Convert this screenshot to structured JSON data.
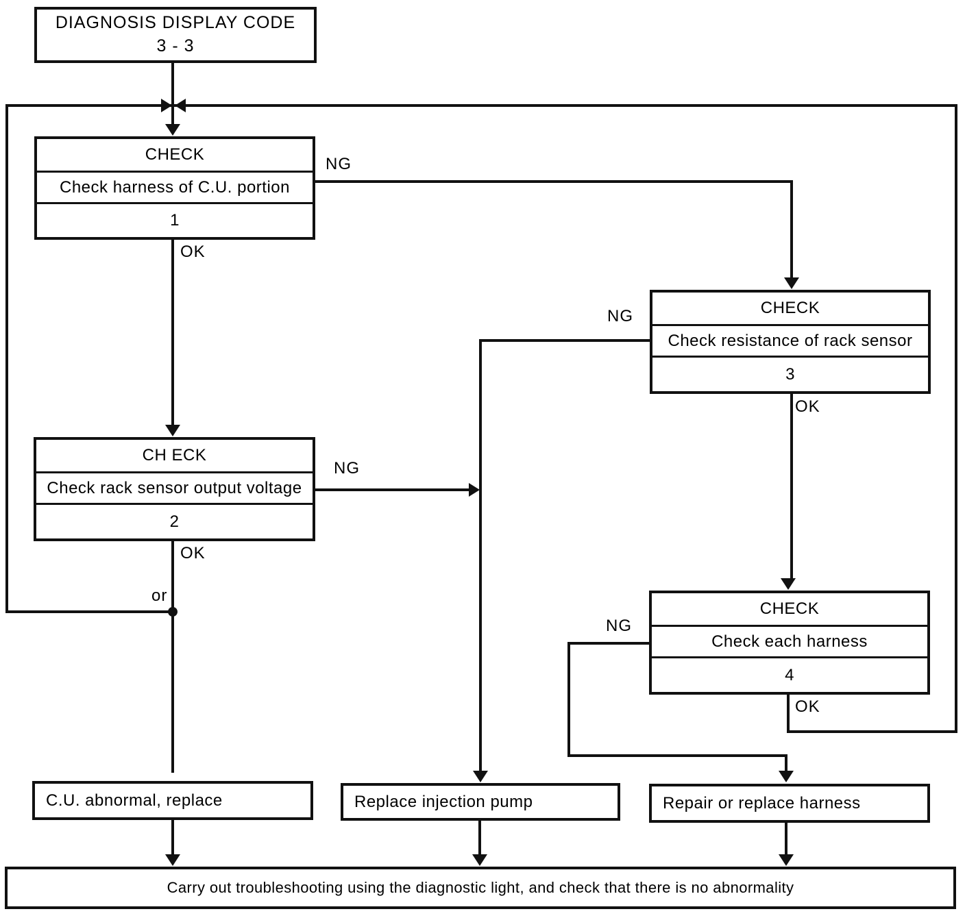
{
  "diagram": {
    "title_box": {
      "line1": "DIAGNOSIS DISPLAY CODE",
      "line2": "3 - 3"
    },
    "checks": [
      {
        "title": "CHECK",
        "desc": "Check harness of C.U. portion",
        "step": "1"
      },
      {
        "title": "CH ECK",
        "desc": "Check rack sensor output voltage",
        "step": "2"
      },
      {
        "title": "CHECK",
        "desc": "Check resistance of rack sensor",
        "step": "3"
      },
      {
        "title": "CHECK",
        "desc": "Check each harness",
        "step": "4"
      }
    ],
    "terminals": [
      {
        "label": "C.U. abnormal, replace"
      },
      {
        "label": "Replace injection pump"
      },
      {
        "label": "Repair or replace harness"
      }
    ],
    "footer": "Carry out troubleshooting using the diagnostic light, and check that there is no abnormality",
    "edge_labels": {
      "ng": "NG",
      "ok": "OK",
      "or": "or"
    },
    "colors": {
      "line": "#111111",
      "background": "#ffffff"
    }
  }
}
